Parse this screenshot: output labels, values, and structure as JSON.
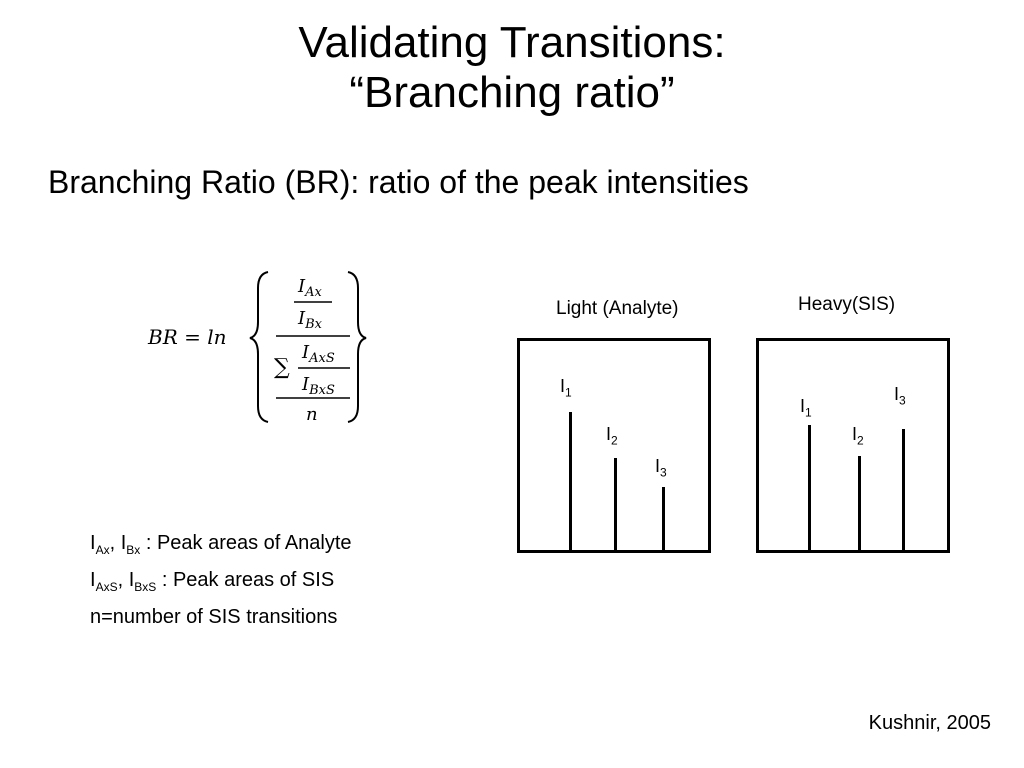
{
  "slide": {
    "title_line1": "Validating Transitions:",
    "title_line2": "“Branching ratio”",
    "subtitle": "Branching Ratio (BR): ratio of the peak intensities",
    "citation": "Kushnir, 2005"
  },
  "formula": {
    "lhs": "BR = ln",
    "num_top": "I",
    "num_top_sub": "Ax",
    "num_bottom": "I",
    "num_bottom_sub": "Bx",
    "sum_symbol": "∑",
    "den_top": "I",
    "den_top_sub": "AxS",
    "den_bottom": "I",
    "den_bottom_sub": "BxS",
    "n": "n"
  },
  "legend": {
    "line1": {
      "a": "I",
      "a_sub": "Ax",
      "sep": ", ",
      "b": "I",
      "b_sub": "Bx",
      "text": " : Peak areas of Analyte"
    },
    "line2": {
      "a": "I",
      "a_sub": "AxS",
      "sep": ", ",
      "b": "I",
      "b_sub": "BxS",
      "text": " : Peak areas of SIS"
    },
    "line3": "n=number of SIS transitions"
  },
  "panels": {
    "light": {
      "title": "Light (Analyte)",
      "peaks": [
        {
          "label": "I",
          "sub": "1",
          "relative_height": 0.66
        },
        {
          "label": "I",
          "sub": "2",
          "relative_height": 0.44
        },
        {
          "label": "I",
          "sub": "3",
          "relative_height": 0.3
        }
      ]
    },
    "heavy": {
      "title": "Heavy(SIS)",
      "peaks": [
        {
          "label": "I",
          "sub": "1",
          "relative_height": 0.6
        },
        {
          "label": "I",
          "sub": "2",
          "relative_height": 0.45
        },
        {
          "label": "I",
          "sub": "3",
          "relative_height": 0.58
        }
      ]
    }
  }
}
